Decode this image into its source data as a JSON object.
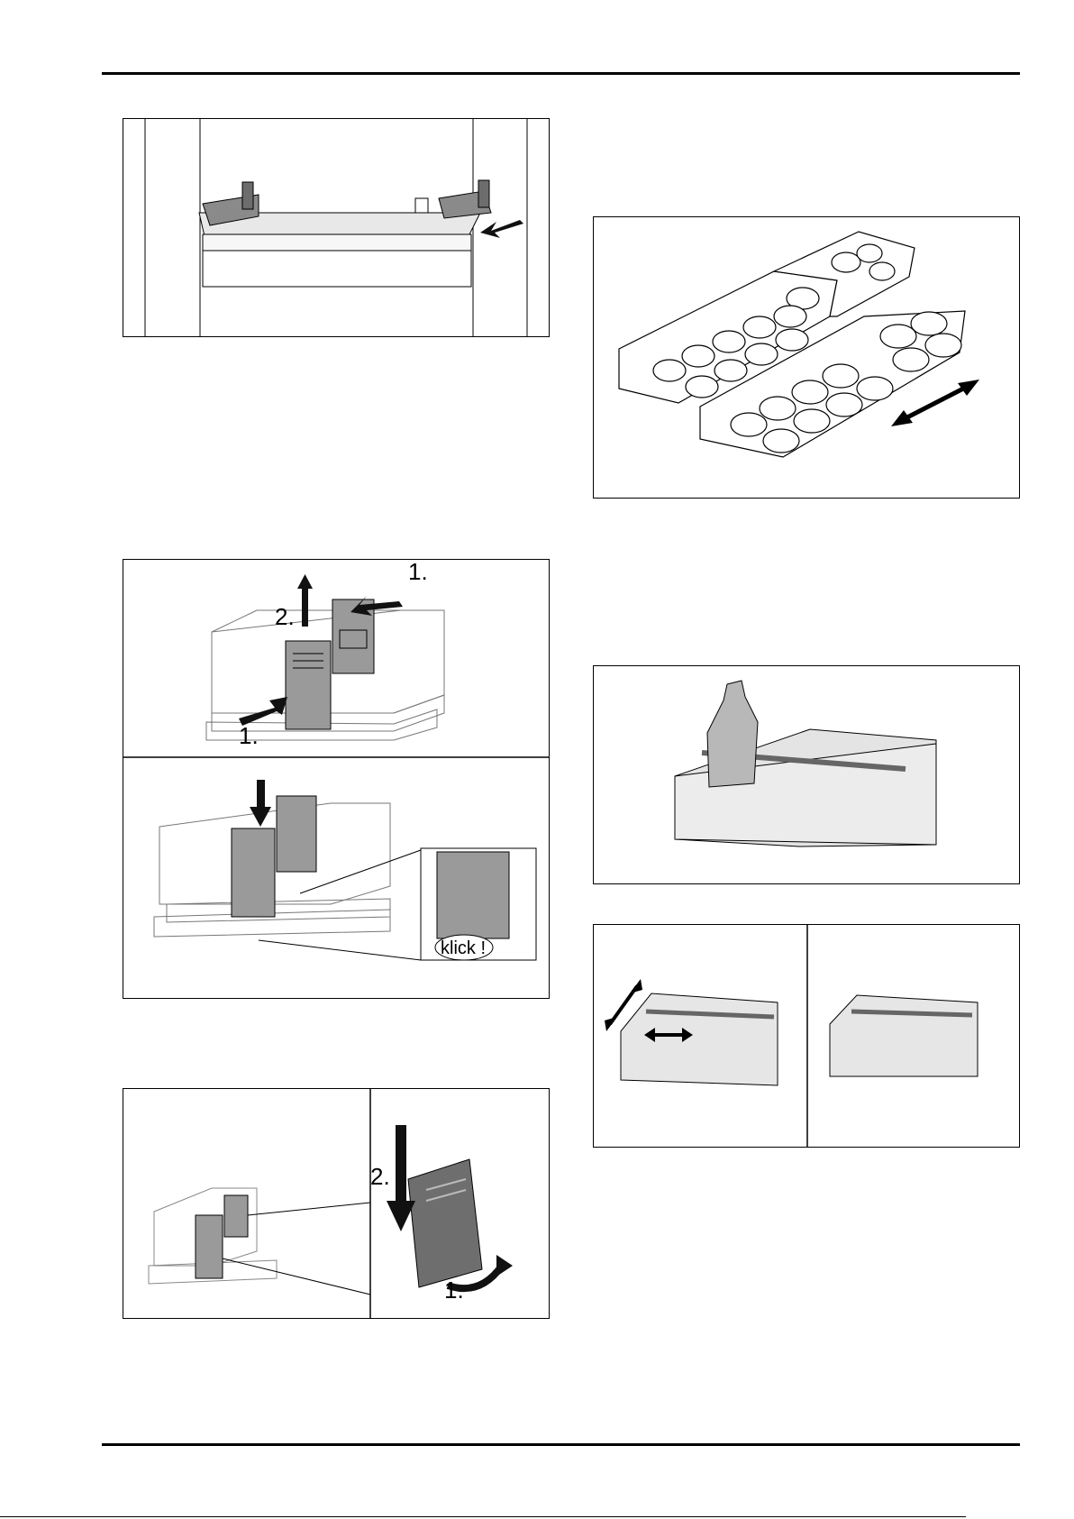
{
  "figures": {
    "shelf_rail": {},
    "divider_insert": {
      "step1_top": "1.",
      "step2": "2.",
      "step1_bottom": "1.",
      "klick": "klick !"
    },
    "divider_remove": {
      "step2": "2.",
      "step1": "1."
    },
    "egg_trays": {},
    "bottle_holder": {},
    "bottle_holder_adjust": {}
  }
}
